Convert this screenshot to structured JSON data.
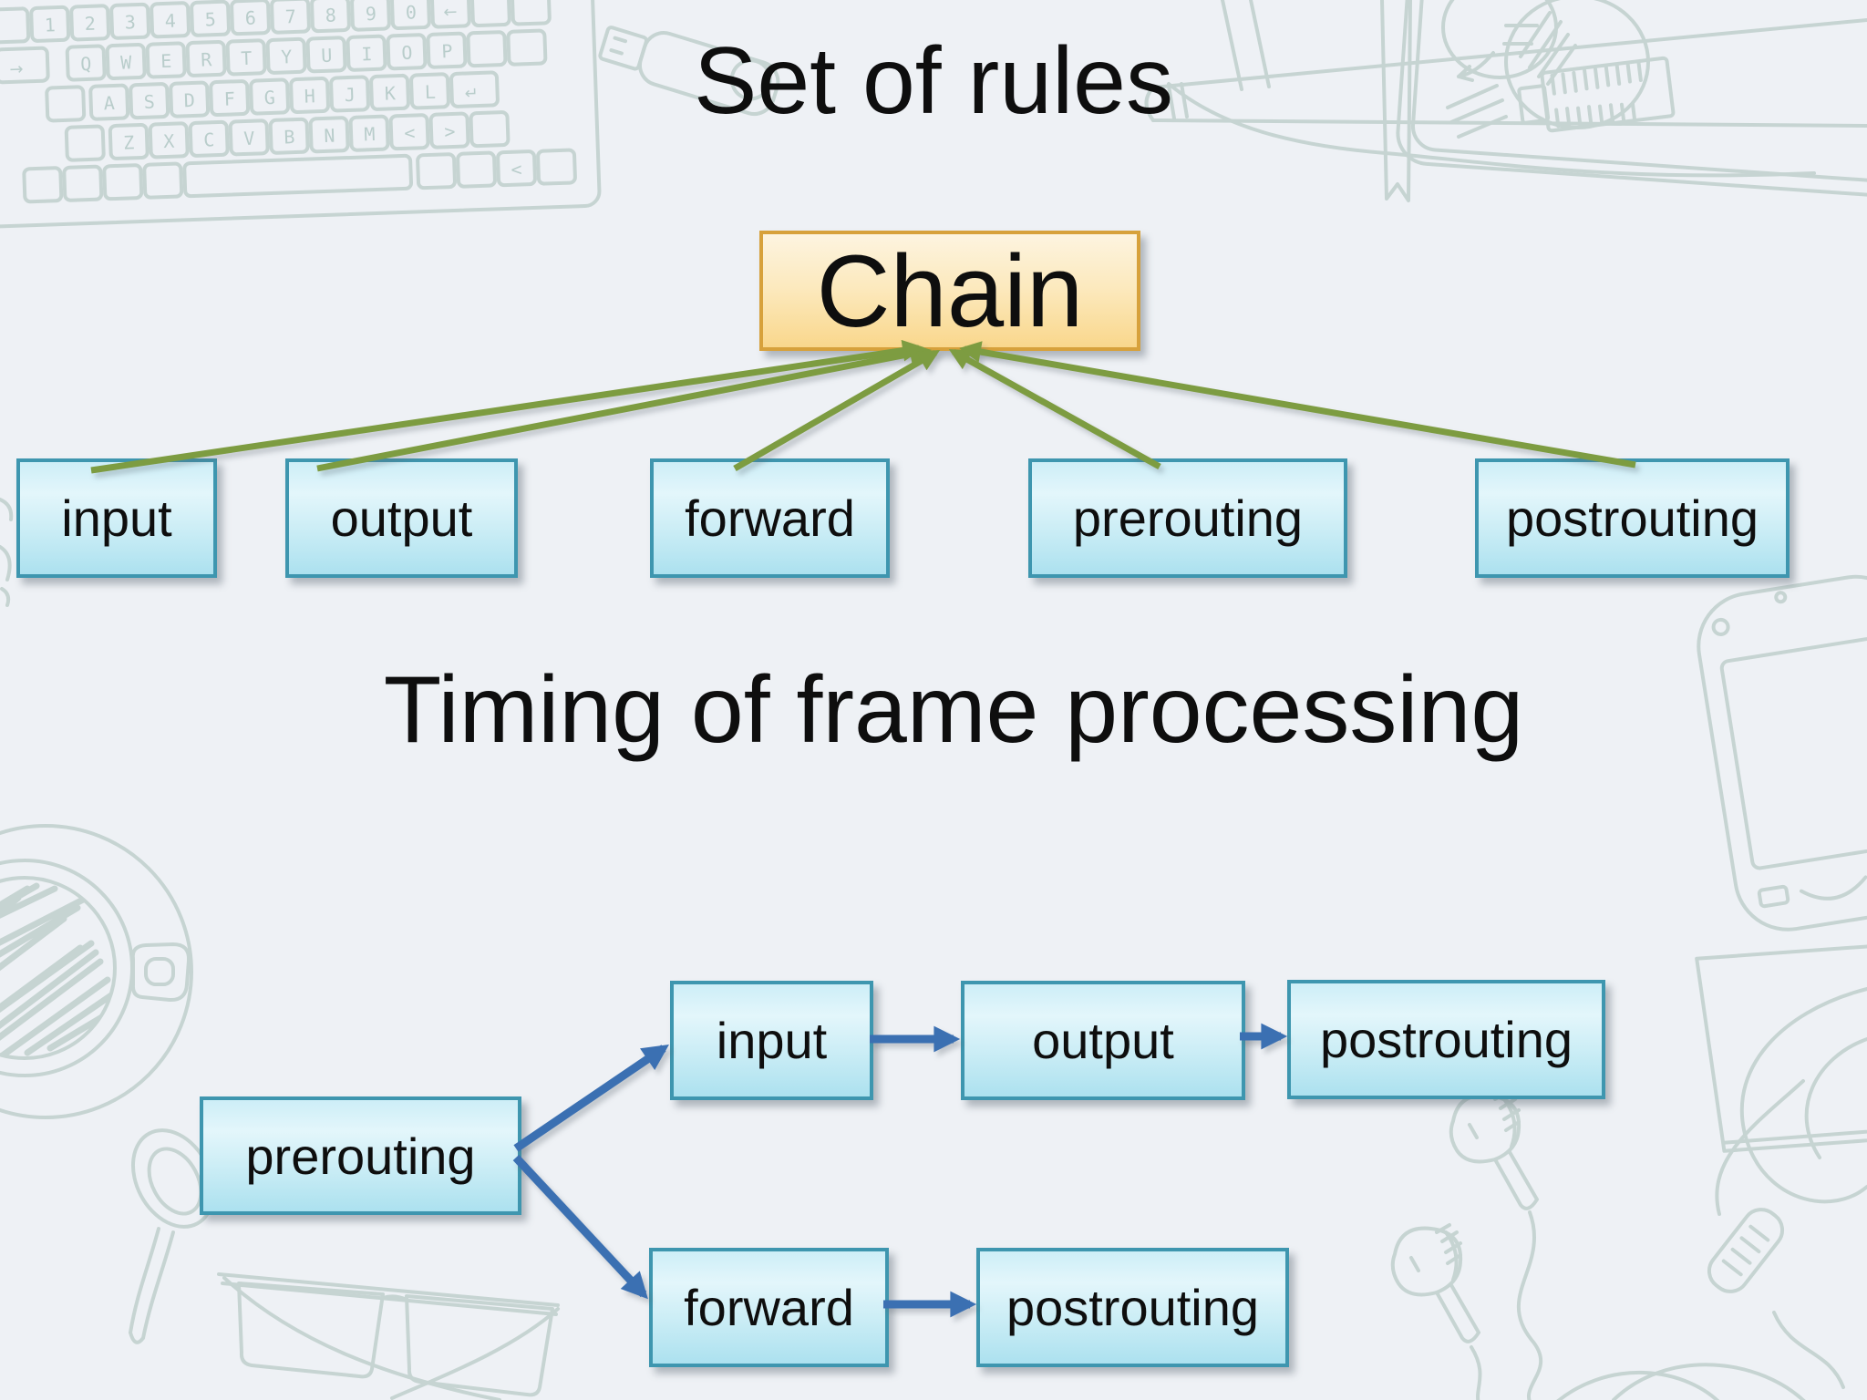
{
  "slide_type": "presentation-slide",
  "colors": {
    "background": "#eef1f5",
    "doodle": "#c6d4d2",
    "text": "#0e0e0e",
    "green_arrow": "#7d9c41",
    "blue_arrow": "#3b70b2",
    "node_border": "#3e96af",
    "node_fill_top": "#cdeef7",
    "node_fill_bottom": "#ace1ef",
    "root_border": "#d7a13b",
    "root_fill_top": "#fdf4e0",
    "root_fill_bottom": "#f9d78c"
  },
  "rules_diagram": {
    "title": "Set of rules",
    "root": "Chain",
    "chains": [
      "input",
      "output",
      "forward",
      "prerouting",
      "postrouting"
    ],
    "edges": [
      {
        "from": "input",
        "to": "Chain"
      },
      {
        "from": "output",
        "to": "Chain"
      },
      {
        "from": "forward",
        "to": "Chain"
      },
      {
        "from": "prerouting",
        "to": "Chain"
      },
      {
        "from": "postrouting",
        "to": "Chain"
      }
    ]
  },
  "timing_diagram": {
    "title": "Timing of frame processing",
    "start": "prerouting",
    "upper_path": [
      "input",
      "output",
      "postrouting"
    ],
    "lower_path": [
      "forward",
      "postrouting"
    ],
    "edges": [
      {
        "from": "prerouting",
        "to": "input"
      },
      {
        "from": "prerouting",
        "to": "forward"
      },
      {
        "from": "input",
        "to": "output"
      },
      {
        "from": "output",
        "to": "postrouting"
      },
      {
        "from": "forward",
        "to": "postrouting"
      }
    ]
  },
  "decorations": {
    "items": [
      "keyboard",
      "usb-flash-drive",
      "stylus-cable",
      "notebook",
      "smartphone",
      "sticky-note",
      "earphones",
      "coffee-cup",
      "teaspoon",
      "glasses"
    ],
    "keyboard_rows": [
      "1234567890",
      "QWERTYUIOP",
      "ASDFGHJKL",
      "ZXCVBNM<>",
      "<"
    ],
    "keyboard_tab": "→",
    "keyboard_backspace": "←",
    "keyboard_enter": "↵"
  }
}
